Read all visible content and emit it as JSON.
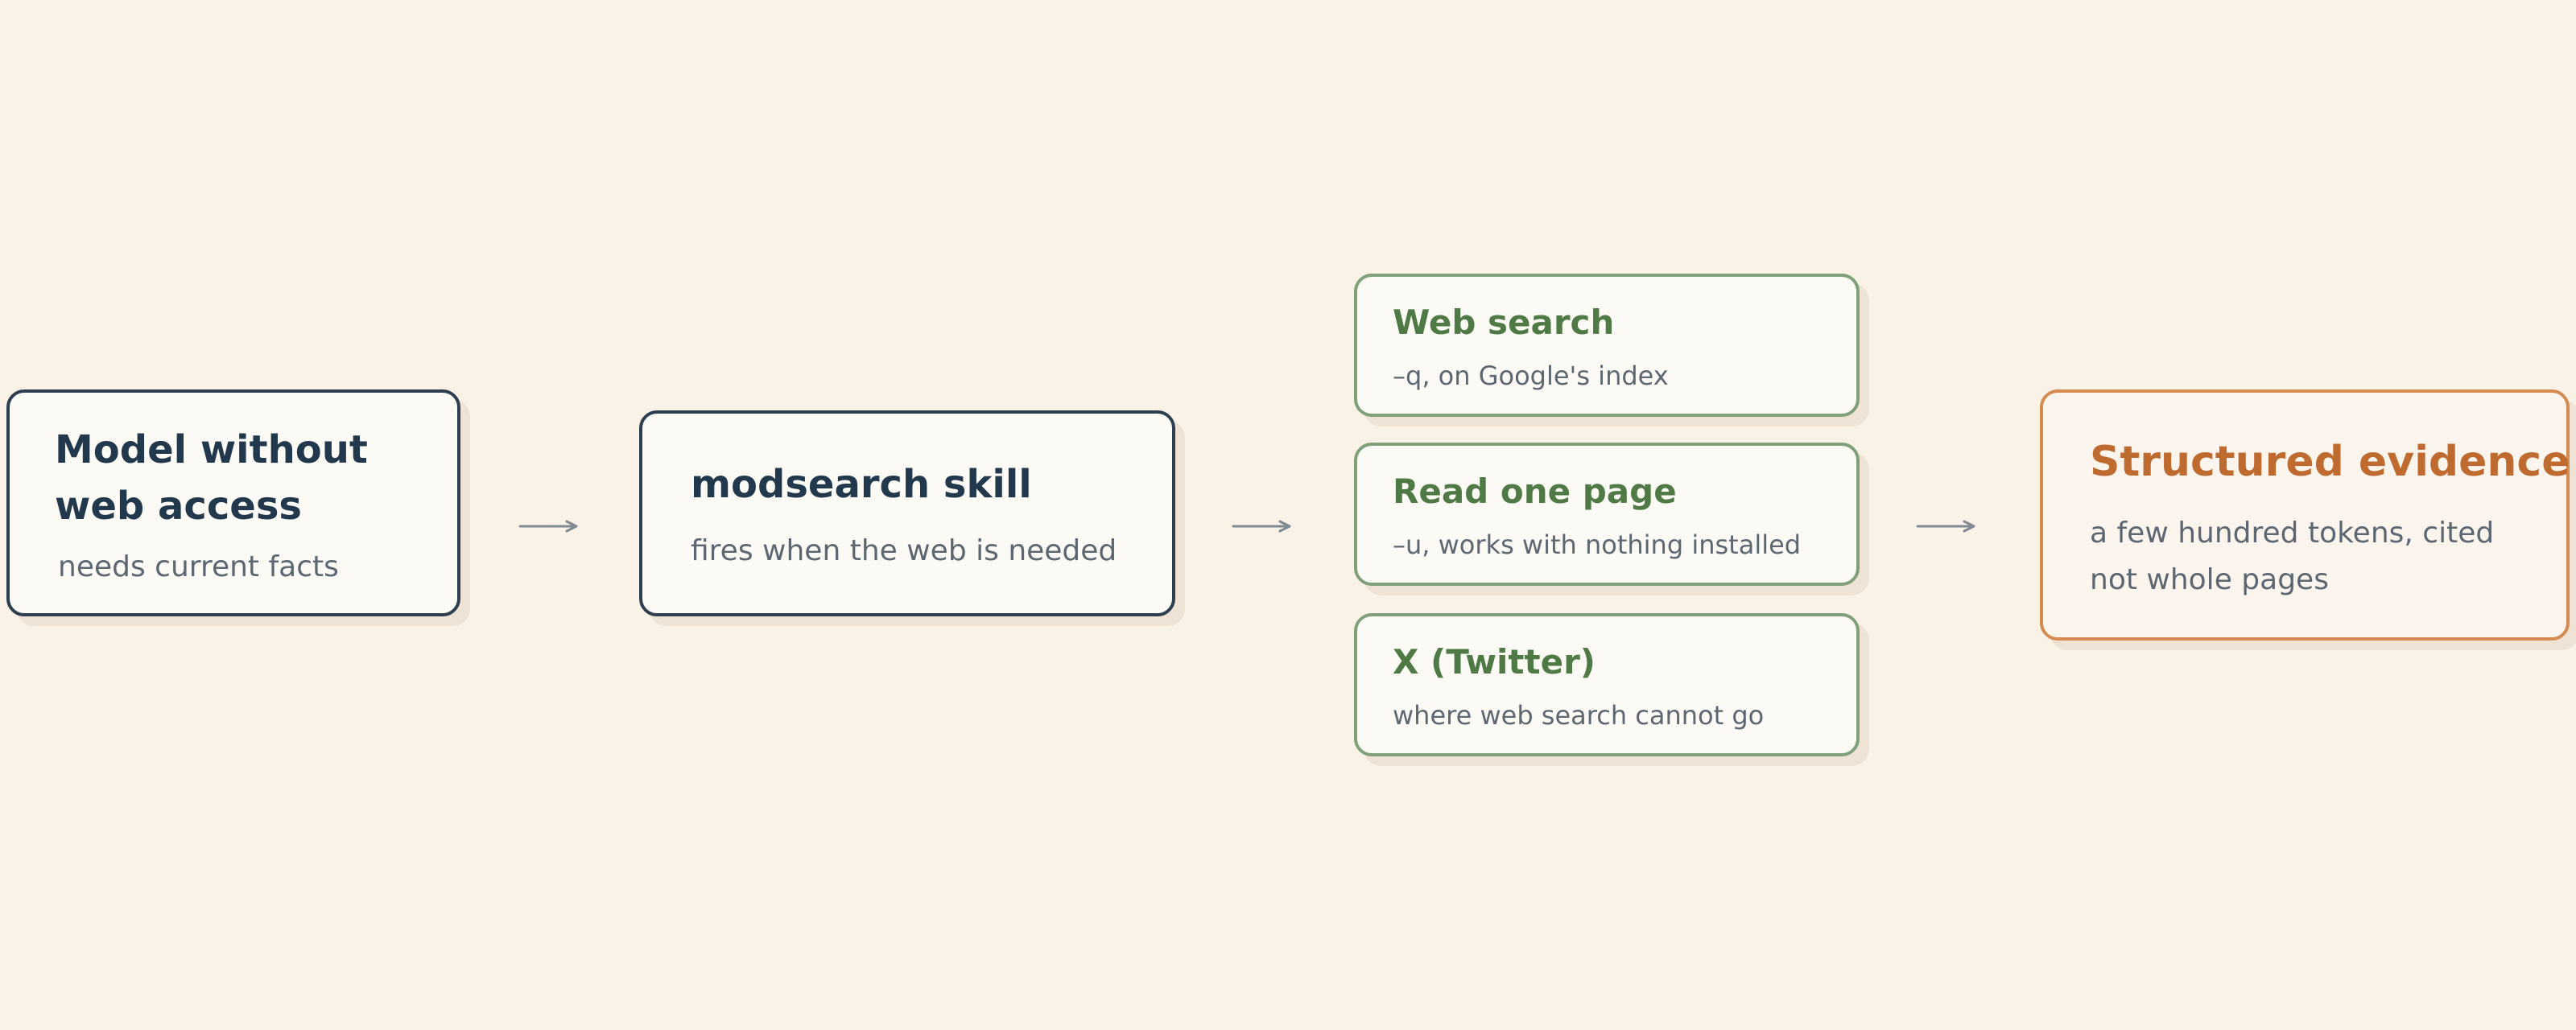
{
  "diagram": {
    "nodes": {
      "model": {
        "title": "Model without web access",
        "subtitle": "needs current facts"
      },
      "skill": {
        "title": "modsearch skill",
        "subtitle": "fires when the web is needed"
      },
      "branches": [
        {
          "title": "Web search",
          "subtitle": "–q, on Google's index"
        },
        {
          "title": "Read one page",
          "subtitle": "–u, works with nothing installed"
        },
        {
          "title": "X (Twitter)",
          "subtitle": "where web search cannot go"
        }
      ],
      "evidence": {
        "title": "Structured evidence",
        "subtitle": "a few hundred tokens, cited not whole pages"
      }
    },
    "colors": {
      "background": "#faf2e6",
      "dark_border": "#2d3e50",
      "green_border": "#7fa07a",
      "orange_border": "#d58a4f",
      "arrow": "#7f8a94"
    }
  }
}
